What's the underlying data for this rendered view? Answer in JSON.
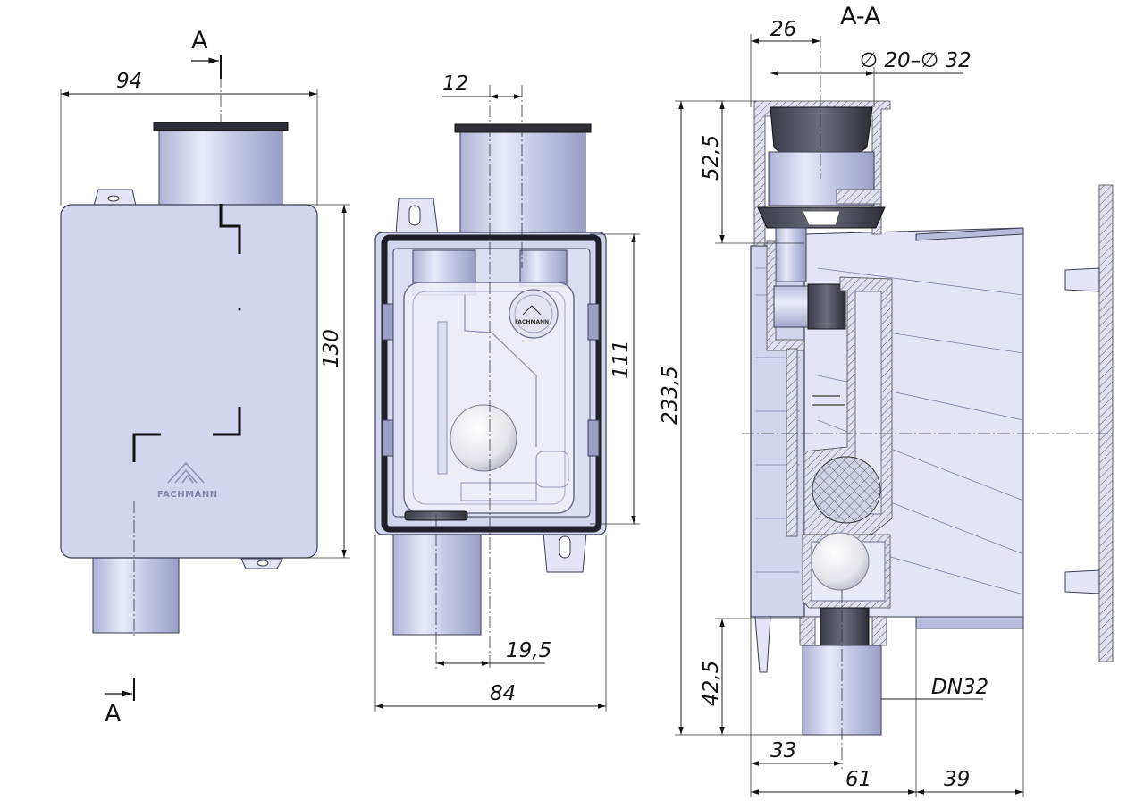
{
  "section_labels": {
    "section_title": "A-A",
    "cut_top": "A",
    "cut_bottom": "A"
  },
  "dimensions": {
    "front_width": "94",
    "front_height": "130",
    "mid_offset": "12",
    "mid_height": "111",
    "mid_offset_bottom": "19,5",
    "mid_width": "84",
    "sec_top_offset": "26",
    "sec_diameter": "∅ 20–∅ 32",
    "sec_top_height": "52,5",
    "sec_total_height": "233,5",
    "sec_bottom_height": "42,5",
    "sec_outlet": "DN32",
    "sec_bottom_offset": "33",
    "sec_depth": "61",
    "sec_extension": "39"
  },
  "branding": {
    "logo_front": "FACHMANN",
    "logo_inner": "FACHMANN"
  },
  "colors": {
    "body": "#d2d5ee",
    "outline": "#3a3d55",
    "dark_rim": "#2e2f38"
  }
}
